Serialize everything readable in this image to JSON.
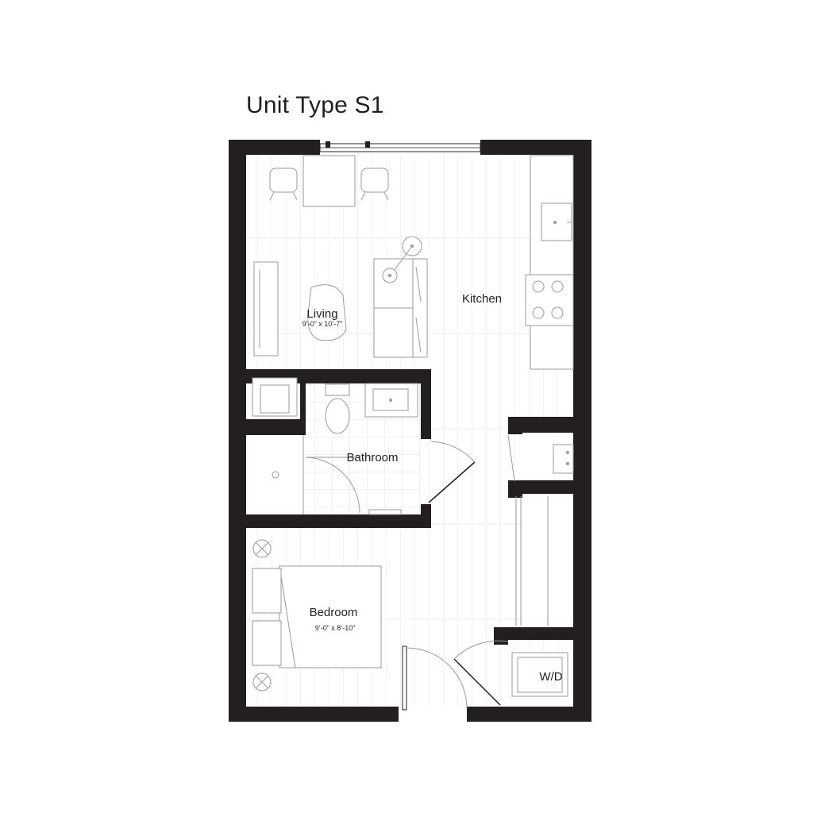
{
  "title": "Unit Type S1",
  "rooms": {
    "living": {
      "name": "Living",
      "dims": "9’-0” x 10’-7”"
    },
    "kitchen": {
      "name": "Kitchen"
    },
    "bathroom": {
      "name": "Bathroom"
    },
    "bedroom": {
      "name": "Bedroom",
      "dims": "9’-0” x 8’-10”"
    },
    "laundry": {
      "name": "W/D"
    }
  },
  "colors": {
    "wall": "#231f20",
    "floor_lines": "#e4e4e4",
    "furniture": "#9a9a9a"
  }
}
